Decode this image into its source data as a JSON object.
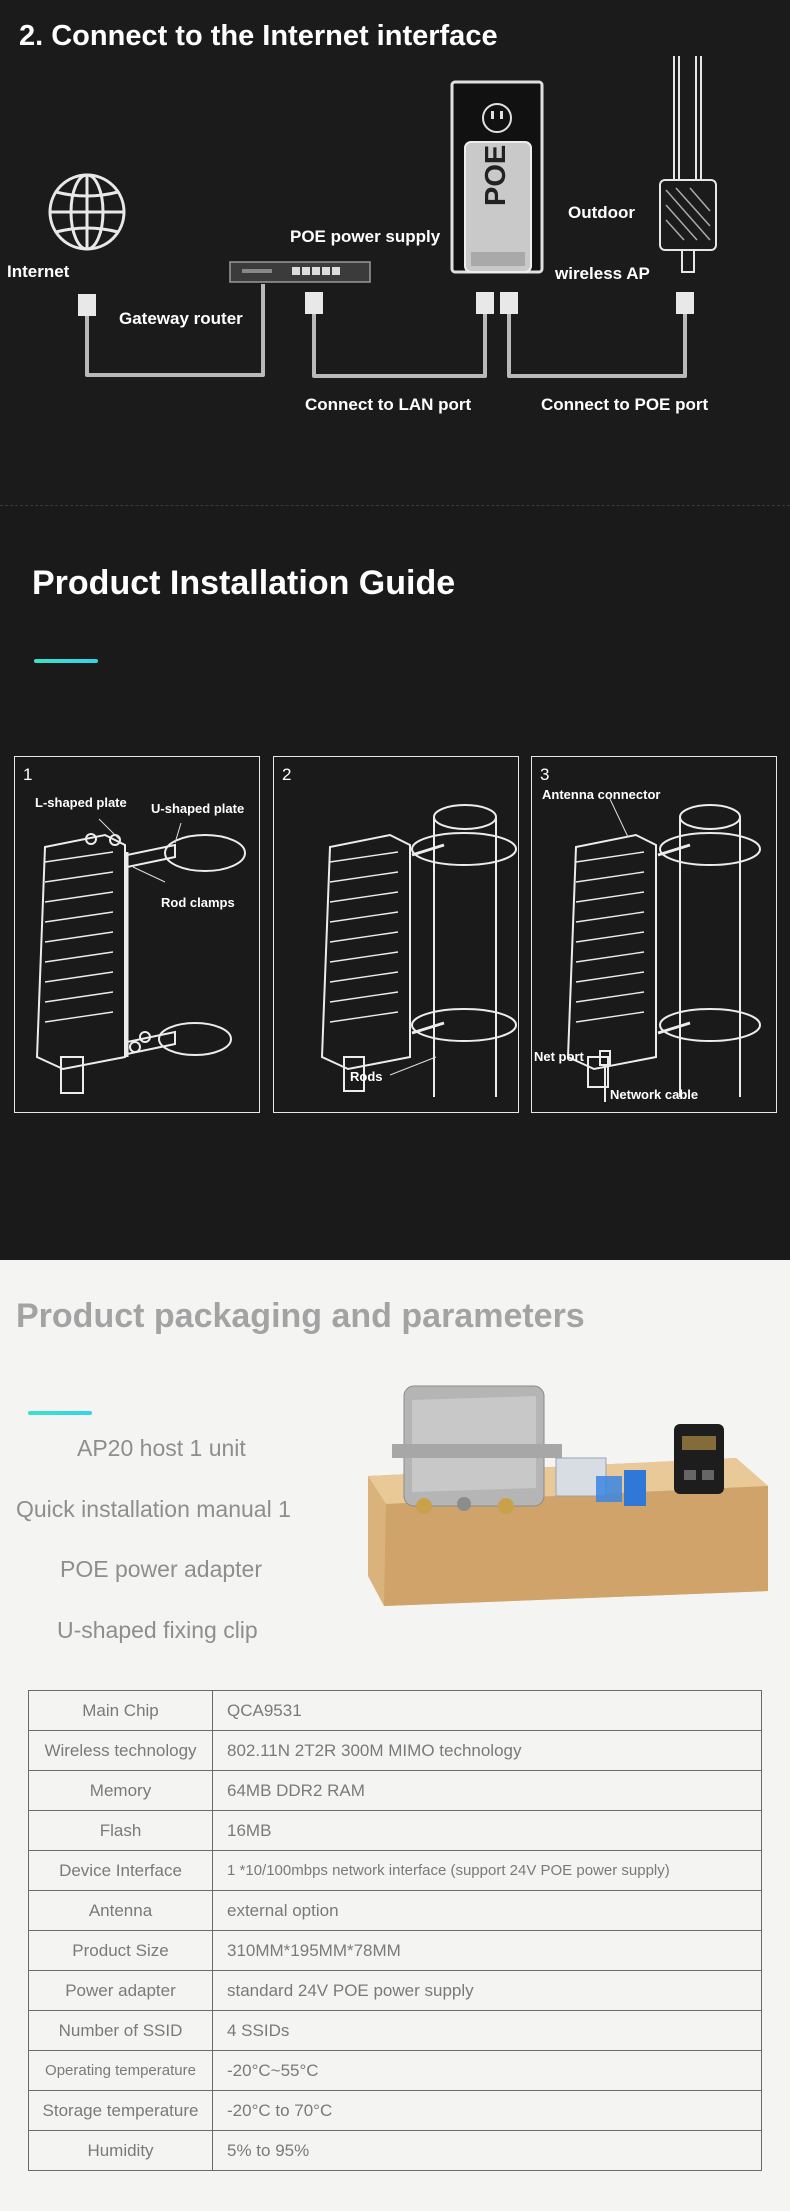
{
  "connection": {
    "title": "2. Connect to the Internet interface",
    "labels": {
      "internet": "Internet",
      "gateway_router": "Gateway router",
      "poe_power_supply": "POE power supply",
      "poe_device": "POE",
      "outdoor": "Outdoor",
      "wireless_ap": "wireless AP",
      "connect_lan": "Connect to LAN port",
      "connect_poe": "Connect to POE port"
    }
  },
  "install_guide": {
    "title": "Product Installation Guide",
    "panels": [
      {
        "number": "1",
        "labels": [
          "L-shaped plate",
          "U-shaped plate",
          "Rod clamps"
        ]
      },
      {
        "number": "2",
        "labels": [
          "Rods"
        ]
      },
      {
        "number": "3",
        "labels": [
          "Antenna connector",
          "Net port",
          "Network cable"
        ]
      }
    ]
  },
  "packaging": {
    "title": "Product packaging and parameters",
    "items": [
      "AP20 host 1 unit",
      "Quick installation manual 1",
      "POE power adapter",
      "U-shaped fixing clip"
    ]
  },
  "parameters": [
    {
      "key": "Main Chip",
      "value": "QCA9531"
    },
    {
      "key": "Wireless technology",
      "value": "802.11N 2T2R 300M MIMO technology"
    },
    {
      "key": "Memory",
      "value": "64MB DDR2 RAM"
    },
    {
      "key": "Flash",
      "value": "16MB"
    },
    {
      "key": "Device Interface",
      "value": "1 *10/100mbps network interface (support 24V POE power supply)"
    },
    {
      "key": "Antenna",
      "value": "external option"
    },
    {
      "key": "Product Size",
      "value": "310MM*195MM*78MM"
    },
    {
      "key": "Power adapter",
      "value": "standard 24V POE power supply"
    },
    {
      "key": "Number of SSID",
      "value": "4 SSIDs"
    },
    {
      "key": "Operating temperature",
      "value": "-20°C~55°C"
    },
    {
      "key": "Storage temperature",
      "value": "-20°C to 70°C"
    },
    {
      "key": "Humidity",
      "value": "5% to 95%"
    }
  ],
  "colors": {
    "dark_bg": "#1a1a1a",
    "light_bg": "#f4f4f2",
    "accent": "#3fe0c8",
    "cable": "#b9b9b9",
    "table_text": "#7a7a7a"
  }
}
